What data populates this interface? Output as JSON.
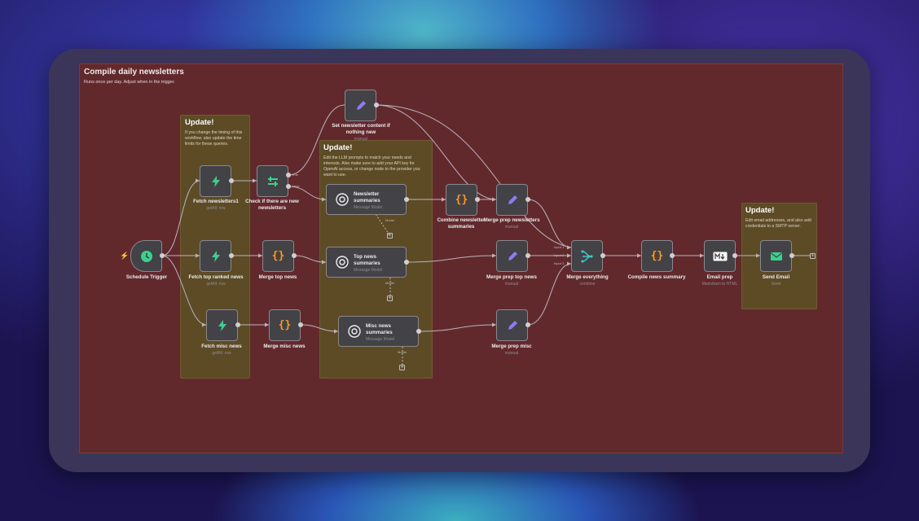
{
  "workflow": {
    "title": "Compile daily newsletters",
    "subtitle": "Runs once per day. Adjust when in the trigger."
  },
  "sticky_notes": [
    {
      "heading": "Update!",
      "text": "If you change the timing of this workflow, also update the time limits for these queries."
    },
    {
      "heading": "Update!",
      "text": "Edit the LLM prompts to match your needs and interests. Also make sure to add your API key for OpenAI access, or change node to the provider you want to use."
    },
    {
      "heading": "Update!",
      "text": "Edit email addresses, and also add credentials to a SMTP server."
    }
  ],
  "nodes": {
    "schedule_trigger": {
      "label": "Schedule Trigger",
      "icon": "clock-icon"
    },
    "fetch_newsletters": {
      "label": "Fetch newsletters1",
      "sub": "getAll: row",
      "icon": "bolt-icon"
    },
    "fetch_top_ranked": {
      "label": "Fetch top ranked news",
      "sub": "getAll: row",
      "icon": "bolt-icon"
    },
    "fetch_misc": {
      "label": "Fetch misc news",
      "sub": "getAll: row",
      "icon": "bolt-icon"
    },
    "check_newsletters": {
      "label": "Check if there are new newsletters",
      "icon": "if-icon",
      "out_true": "true",
      "out_false": "false"
    },
    "set_content": {
      "label": "Set newsletter content if nothing new",
      "sub": "manual",
      "icon": "pencil-icon"
    },
    "merge_top_news": {
      "label": "Merge top news",
      "icon": "braces-icon"
    },
    "merge_misc_news": {
      "label": "Merge misc news",
      "icon": "braces-icon"
    },
    "newsletter_summaries": {
      "label": "Newsletter summaries",
      "sub": "Message Model",
      "icon": "openai-icon",
      "port": "Model"
    },
    "top_news_summaries": {
      "label": "Top news summaries",
      "sub": "Message Model",
      "icon": "openai-icon",
      "port": "Model"
    },
    "misc_news_summaries": {
      "label": "Misc news summaries",
      "sub": "Message Model",
      "icon": "openai-icon",
      "port": "Model"
    },
    "combine_newsletter": {
      "label": "Combine newsletter summaries",
      "icon": "braces-icon"
    },
    "merge_prep_newsletters": {
      "label": "Merge prep newsletters",
      "sub": "manual",
      "icon": "pencil-icon"
    },
    "merge_prep_top_news": {
      "label": "Merge prep top news",
      "sub": "manual",
      "icon": "pencil-icon"
    },
    "merge_prep_misc": {
      "label": "Merge prep misc",
      "sub": "manual",
      "icon": "pencil-icon"
    },
    "merge_everything": {
      "label": "Merge everything",
      "sub": "combine",
      "icon": "merge-icon",
      "inputs": [
        "Input 1",
        "Input 2",
        "Input 3"
      ]
    },
    "compile_news_summary": {
      "label": "Compile news summary",
      "icon": "braces-icon"
    },
    "email_prep": {
      "label": "Email prep",
      "sub": "Markdown to HTML",
      "icon": "markdown-icon"
    },
    "send_email": {
      "label": "Send Email",
      "sub": "Send",
      "icon": "envelope-icon"
    }
  },
  "colors": {
    "canvas": "#62292d",
    "sticky": "#5d4b26",
    "node": "#434246",
    "green": "#3ecf8e",
    "orange": "#ff9922",
    "purple": "#8b7cf6",
    "teal": "#3cc6c8"
  }
}
